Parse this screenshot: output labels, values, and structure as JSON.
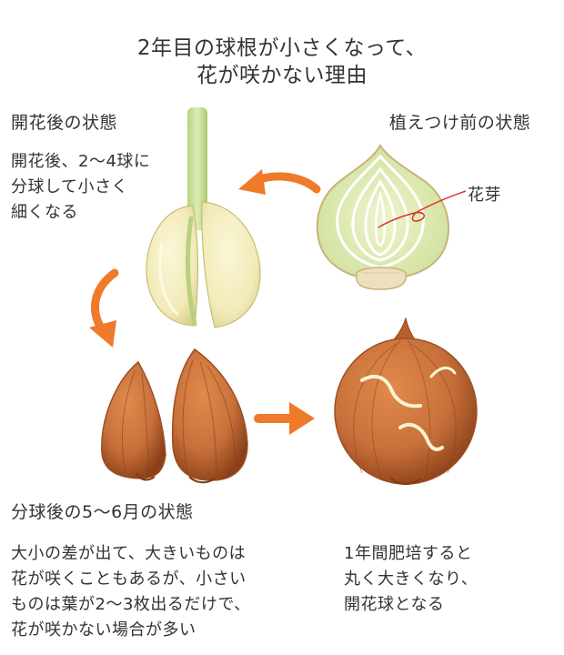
{
  "title": {
    "line1": "2年目の球根が小さくなって、",
    "line2": "花が咲かない理由"
  },
  "labels": {
    "after_bloom": {
      "heading": "開花後の状態",
      "text": [
        "開花後、2〜4球に",
        "分球して小さく",
        "細くなる"
      ]
    },
    "before_planting": {
      "heading": "植えつけ前の状態",
      "callout": "花芽"
    },
    "after_split": {
      "heading": "分球後の5〜6月の状態",
      "text": [
        "大小の差が出て、大きいものは",
        "花が咲くこともあるが、小さい",
        "ものは葉が2〜3枚出るだけで、",
        "花が咲かない場合が多い"
      ]
    },
    "one_year": {
      "text": [
        "1年間肥培すると",
        "丸く大きくなり、",
        "開花球となる"
      ]
    }
  },
  "colors": {
    "text": "#333333",
    "arrow": "#ee7a2a",
    "callout": "#d9342b",
    "bulb_skin": "#c8703b",
    "bulb_dark": "#8a4018",
    "split_cream": "#f1eab7",
    "stem_green": "#c5dd96",
    "section_green": "#dfeab5"
  }
}
